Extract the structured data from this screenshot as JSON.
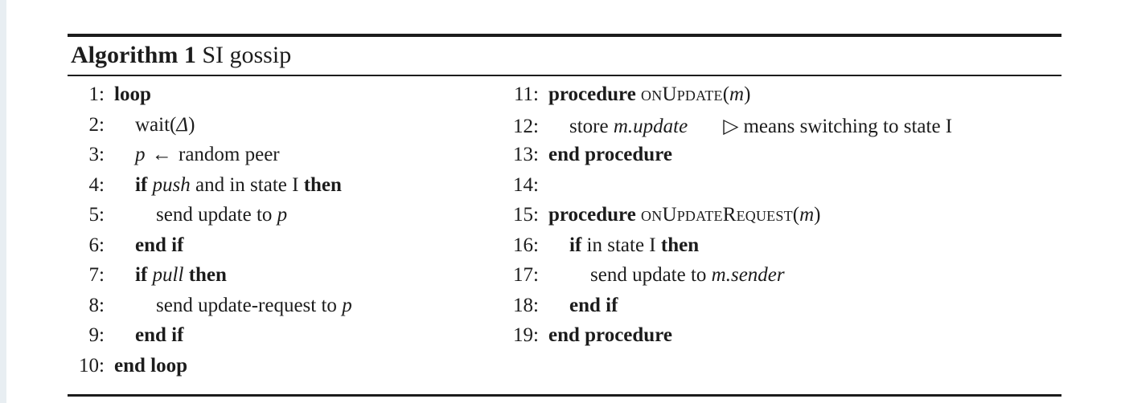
{
  "page": {
    "background_color": "#ffffff",
    "text_color": "#1c1c1c",
    "edge_strip_color": "#e8eef2"
  },
  "algorithm": {
    "label": "Algorithm 1",
    "name": "SI gossip",
    "comment_marker_icon": "white-right-pointing-triangle-icon",
    "assignment_arrow_icon": "leftwards-arrow-icon",
    "columns": [
      {
        "id": "left",
        "lines": [
          {
            "number": "1:",
            "indent": 0,
            "tokens": [
              {
                "t": "loop",
                "style": "kw"
              }
            ]
          },
          {
            "number": "2:",
            "indent": 1,
            "tokens": [
              {
                "t": "wait(",
                "style": "plain"
              },
              {
                "t": "Δ",
                "style": "math"
              },
              {
                "t": ")",
                "style": "plain"
              }
            ]
          },
          {
            "number": "3:",
            "indent": 1,
            "tokens": [
              {
                "t": "p",
                "style": "math"
              },
              {
                "t": " ← ",
                "style": "arrow"
              },
              {
                "t": "random peer",
                "style": "plain"
              }
            ]
          },
          {
            "number": "4:",
            "indent": 1,
            "tokens": [
              {
                "t": "if",
                "style": "kw"
              },
              {
                "t": " ",
                "style": "plain"
              },
              {
                "t": "push",
                "style": "var"
              },
              {
                "t": " and in state I ",
                "style": "plain"
              },
              {
                "t": "then",
                "style": "kw"
              }
            ]
          },
          {
            "number": "5:",
            "indent": 2,
            "tokens": [
              {
                "t": "send update to ",
                "style": "plain"
              },
              {
                "t": "p",
                "style": "math"
              }
            ]
          },
          {
            "number": "6:",
            "indent": 1,
            "tokens": [
              {
                "t": "end if",
                "style": "kw"
              }
            ]
          },
          {
            "number": "7:",
            "indent": 1,
            "tokens": [
              {
                "t": "if",
                "style": "kw"
              },
              {
                "t": " ",
                "style": "plain"
              },
              {
                "t": "pull",
                "style": "var"
              },
              {
                "t": " ",
                "style": "plain"
              },
              {
                "t": "then",
                "style": "kw"
              }
            ]
          },
          {
            "number": "8:",
            "indent": 2,
            "tokens": [
              {
                "t": "send update-request to ",
                "style": "plain"
              },
              {
                "t": "p",
                "style": "math"
              }
            ]
          },
          {
            "number": "9:",
            "indent": 1,
            "tokens": [
              {
                "t": "end if",
                "style": "kw"
              }
            ]
          },
          {
            "number": "10:",
            "indent": 0,
            "tokens": [
              {
                "t": "end loop",
                "style": "kw"
              }
            ]
          }
        ]
      },
      {
        "id": "right",
        "lines": [
          {
            "number": "11:",
            "indent": 0,
            "tokens": [
              {
                "t": "procedure",
                "style": "kw"
              },
              {
                "t": " ",
                "style": "plain"
              },
              {
                "t": "onUpdate",
                "style": "sc"
              },
              {
                "t": "(",
                "style": "plain"
              },
              {
                "t": "m",
                "style": "math"
              },
              {
                "t": ")",
                "style": "plain"
              }
            ]
          },
          {
            "number": "12:",
            "indent": 1,
            "tokens": [
              {
                "t": "store ",
                "style": "plain"
              },
              {
                "t": "m.update",
                "style": "var"
              },
              {
                "t": "▷",
                "style": "comment-marker"
              },
              {
                "t": "means switching to state I",
                "style": "plain"
              }
            ]
          },
          {
            "number": "13:",
            "indent": 0,
            "tokens": [
              {
                "t": "end procedure",
                "style": "kw"
              }
            ]
          },
          {
            "number": "14:",
            "indent": 0,
            "tokens": []
          },
          {
            "number": "15:",
            "indent": 0,
            "tokens": [
              {
                "t": "procedure",
                "style": "kw"
              },
              {
                "t": " ",
                "style": "plain"
              },
              {
                "t": "onUpdateRequest",
                "style": "sc"
              },
              {
                "t": "(",
                "style": "plain"
              },
              {
                "t": "m",
                "style": "math"
              },
              {
                "t": ")",
                "style": "plain"
              }
            ]
          },
          {
            "number": "16:",
            "indent": 1,
            "tokens": [
              {
                "t": "if",
                "style": "kw"
              },
              {
                "t": " in state I ",
                "style": "plain"
              },
              {
                "t": "then",
                "style": "kw"
              }
            ]
          },
          {
            "number": "17:",
            "indent": 2,
            "tokens": [
              {
                "t": "send update to ",
                "style": "plain"
              },
              {
                "t": "m.sender",
                "style": "var"
              }
            ]
          },
          {
            "number": "18:",
            "indent": 1,
            "tokens": [
              {
                "t": "end if",
                "style": "kw"
              }
            ]
          },
          {
            "number": "19:",
            "indent": 0,
            "tokens": [
              {
                "t": "end procedure",
                "style": "kw"
              }
            ]
          }
        ]
      }
    ]
  }
}
